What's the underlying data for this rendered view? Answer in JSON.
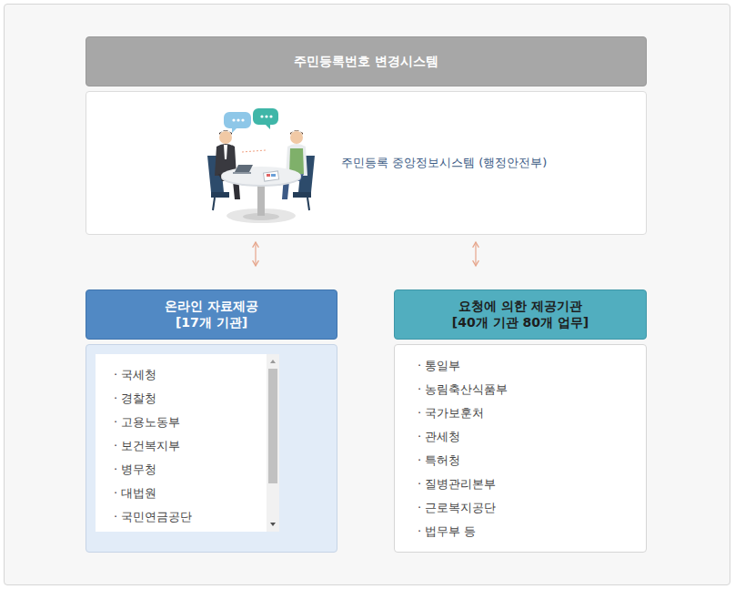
{
  "diagram": {
    "nodes": [
      {
        "text": [
          "주민등록번호 변경시스템"
        ]
      },
      {
        "text": [
          "주민등록 중앙정보시스템 (행정안전부)"
        ]
      },
      {
        "text": [
          "온라인 자료제공 [17개 기관]"
        ]
      },
      {
        "text": [
          "· 국세청",
          "· 경찰청",
          "· 고용노동부",
          "· 보건복지부",
          "· 병무청",
          "· 대법원",
          "· 국민연금공단"
        ]
      },
      {
        "text": [
          "요청에 의한 제공기관 [40개 기관 80개 업무]"
        ]
      },
      {
        "text": [
          "· 통일부",
          "· 농림축산식품부",
          "· 국가보훈처",
          "· 관세청",
          "· 특허청",
          "· 질병관리본부",
          "· 근로복지공단",
          "· 법무부 등"
        ]
      }
    ],
    "edges": [
      {
        "from": 1,
        "to": 2,
        "arrow": "both"
      },
      {
        "from": 1,
        "to": 4,
        "arrow": "both"
      }
    ]
  }
}
